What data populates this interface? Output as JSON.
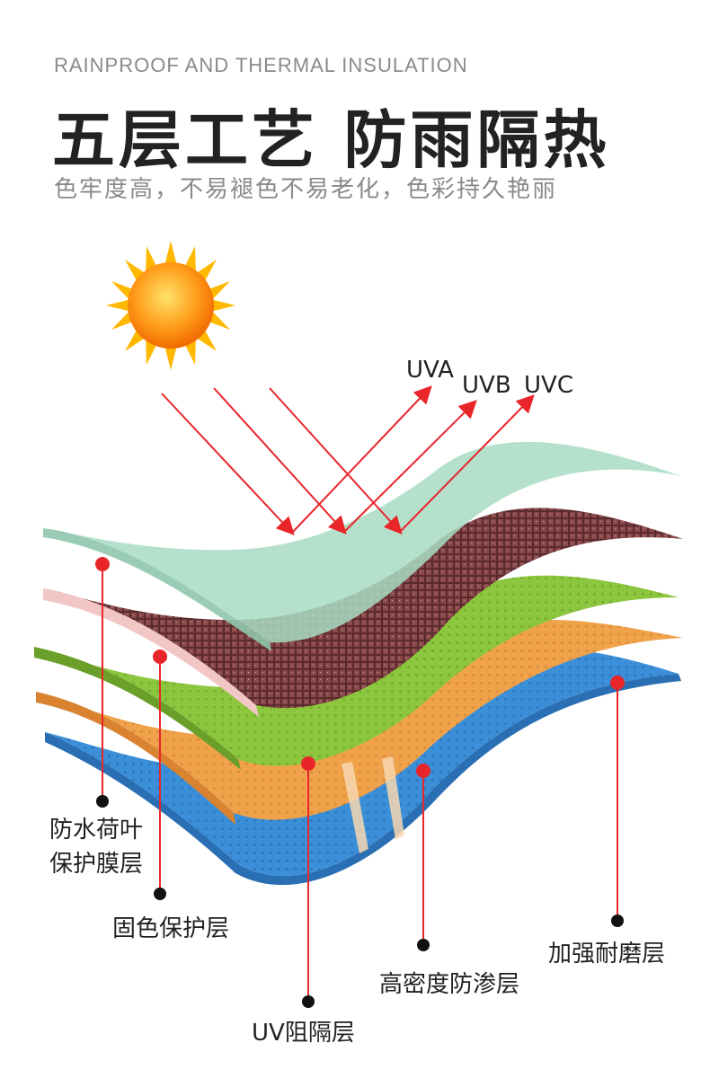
{
  "header": {
    "subtitle_en": "RAINPROOF AND THERMAL INSULATION",
    "title": "五层工艺 防雨隔热",
    "tagline": "色牢度高，不易褪色不易老化，色彩持久艳丽"
  },
  "rays": {
    "uva": "UVA",
    "uvb": "UVB",
    "uvc": "UVC"
  },
  "layers": {
    "waterproof_line1": "防水荷叶",
    "waterproof_line2": "保护膜层",
    "color_fix": "固色保护层",
    "uv_barrier": "UV阻隔层",
    "high_density": "高密度防渗层",
    "wear_resistant": "加强耐磨层"
  },
  "colors": {
    "accent_red": "#e8262a",
    "layer_blue": "#3b8fd8",
    "layer_orange": "#f0a24a",
    "layer_green": "#8cc63f",
    "layer_plaid": "#7a3a3a",
    "layer_mint": "#a8dcc3"
  }
}
